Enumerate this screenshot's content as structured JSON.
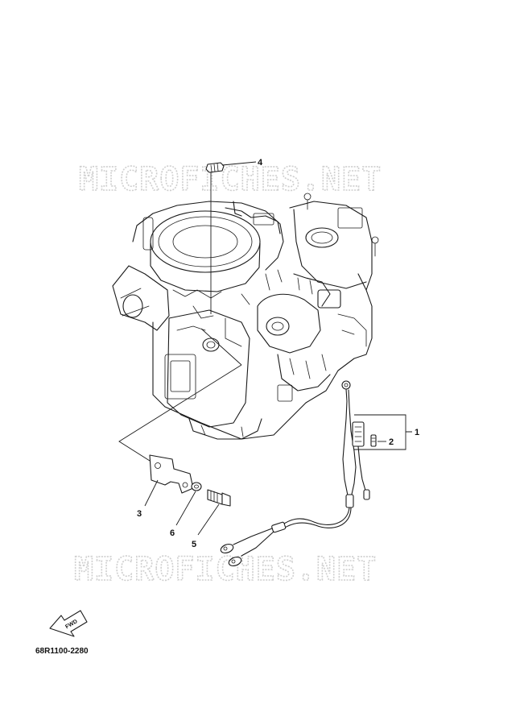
{
  "watermarks": [
    "MICROFICHES.NET",
    "MICROFICHES.NET"
  ],
  "callouts": {
    "c1": "1",
    "c2": "2",
    "c3": "3",
    "c4": "4",
    "c5": "5",
    "c6": "6"
  },
  "fwd_label": "FWD",
  "part_number": "68R1100-2280"
}
